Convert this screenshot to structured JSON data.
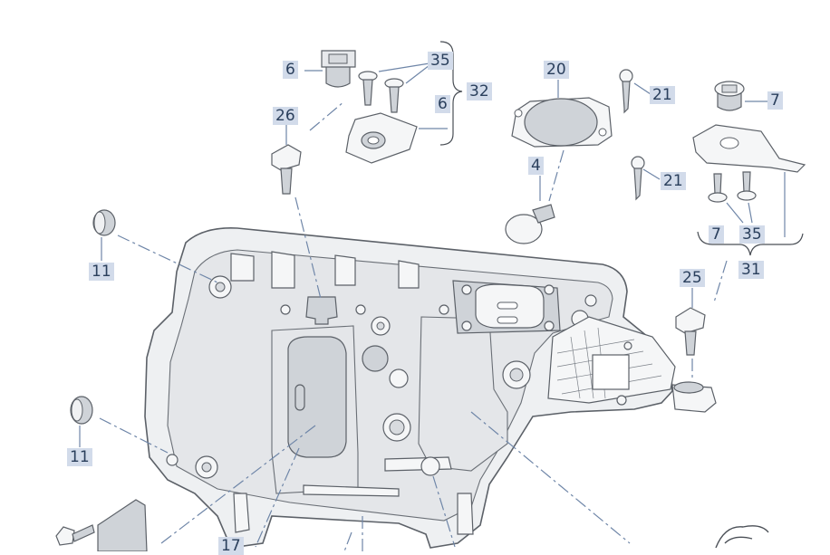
{
  "callouts": {
    "c6a": "6",
    "c35a": "35",
    "c32": "32",
    "c6b": "6",
    "c26": "26",
    "c20": "20",
    "c21a": "21",
    "c21b": "21",
    "c7a": "7",
    "c4": "4",
    "c7b": "7",
    "c35b": "35",
    "c31": "31",
    "c11a": "11",
    "c25": "25",
    "c11b": "11",
    "c17": "17"
  }
}
